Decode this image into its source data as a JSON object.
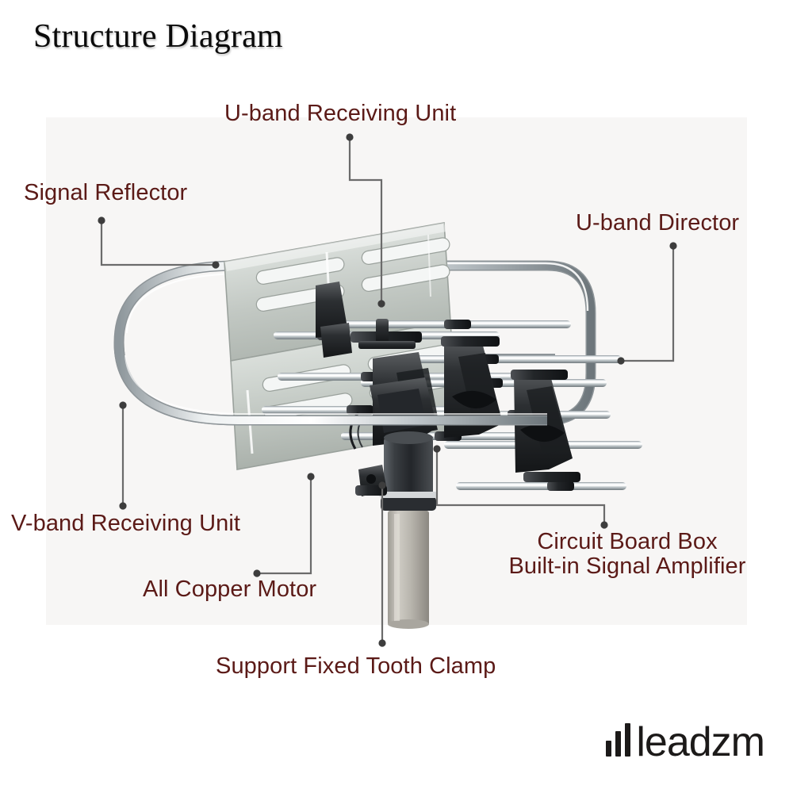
{
  "page": {
    "title": "Structure Diagram",
    "background_color": "#ffffff",
    "panel_color": "#f7f6f5",
    "label_color": "#5b1a17",
    "leader_color": "#6b6b6b",
    "title_color": "#0a0a0a"
  },
  "labels": [
    {
      "id": "u-band-receiving-unit",
      "text": "U-band Receiving Unit"
    },
    {
      "id": "signal-reflector",
      "text": "Signal Reflector"
    },
    {
      "id": "u-band-director",
      "text": "U-band Director"
    },
    {
      "id": "v-band-receiving-unit",
      "text": "V-band Receiving Unit"
    },
    {
      "id": "all-copper-motor",
      "text": "All Copper Motor"
    },
    {
      "id": "circuit-board-box",
      "line1": "Circuit Board Box",
      "line2": "Built-in Signal Amplifier"
    },
    {
      "id": "support-fixed-tooth-clamp",
      "text": "Support Fixed Tooth Clamp"
    }
  ],
  "brand": {
    "name": "leadzm",
    "mark": "three-bars-icon",
    "color": "#1c1a19"
  },
  "diagram": {
    "subject": "outdoor-tv-antenna",
    "parts": [
      "signal-reflector-plate",
      "v-band-loop-element",
      "u-band-receiving-unit",
      "u-band-director-rods",
      "circuit-board-box",
      "all-copper-motor",
      "support-fixed-tooth-clamp",
      "mast-tube"
    ]
  }
}
